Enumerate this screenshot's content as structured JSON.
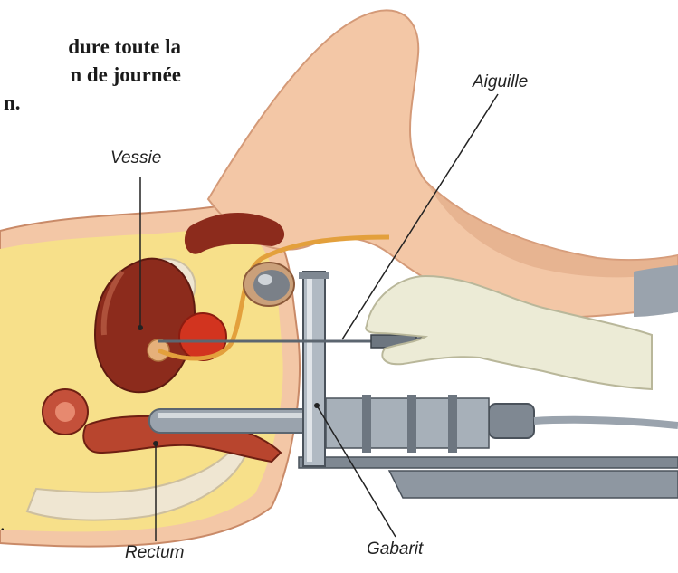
{
  "intro_text": {
    "line1": "dure toute la",
    "line2": "n de journée",
    "line3": "n.",
    "stray_mark": "."
  },
  "labels": {
    "needle": "Aiguille",
    "bladder": "Vessie",
    "rectum": "Rectum",
    "template": "Gabarit"
  },
  "colors": {
    "skin": "#f3c7a6",
    "skin_shade": "#e0a684",
    "fat": "#f7e08a",
    "organ_dark": "#8c2b1c",
    "organ_mid": "#b8452e",
    "prostate": "#d2341f",
    "urethra": "#e3a03c",
    "metal": "#9aa3ad",
    "metal_dark": "#5c6670",
    "glove": "#ecebd6",
    "leader_line": "#222222"
  }
}
